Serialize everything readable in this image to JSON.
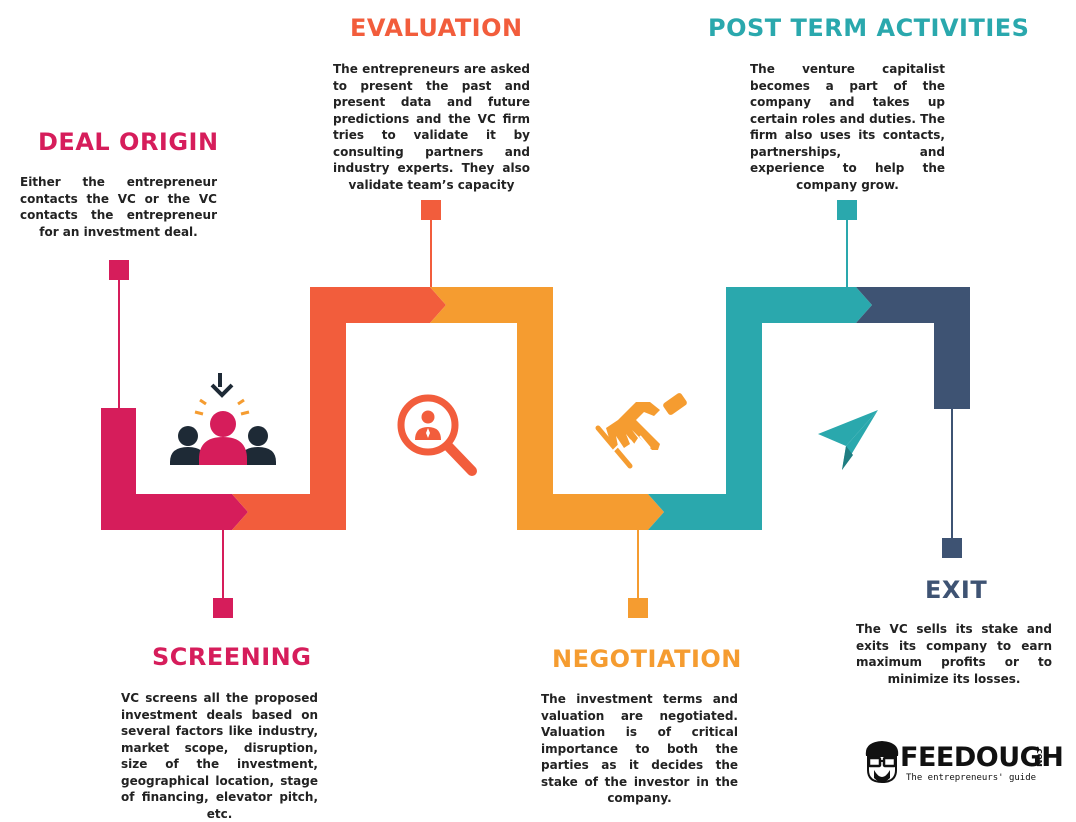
{
  "colors": {
    "deal_origin": "#d61d5b",
    "screening": "#f25d3c",
    "evaluation": "#f25d3c",
    "negotiation": "#f59c30",
    "post_term": "#2aa8ad",
    "exit": "#3e5373",
    "text": "#222222",
    "icon_dark": "#1e2a36"
  },
  "stages": {
    "deal_origin": {
      "title": "DEAL ORIGIN",
      "desc": "Either the entrepreneur contacts the VC or the VC contacts the entrepreneur for an investment deal."
    },
    "screening": {
      "title": "SCREENING",
      "desc": "VC screens all the proposed investment deals based on several factors like industry, market scope, disruption, size of the investment, geographical location, stage of financing, elevator pitch, etc."
    },
    "evaluation": {
      "title": "EVALUATION",
      "desc": "The entrepreneurs are asked to present the past and present data and future predictions and the VC firm tries to validate it by consulting partners and industry experts. They also validate team’s capacity"
    },
    "negotiation": {
      "title": "NEGOTIATION",
      "desc": "The investment terms and valuation are negotiated. Valuation is of critical importance to both the parties as it decides the stake of the investor in the company."
    },
    "post_term": {
      "title": "POST TERM ACTIVITIES",
      "desc": "The venture capitalist becomes a part of the company and takes up certain roles and duties. The firm also uses its contacts, partnerships, and experience to help the company grow."
    },
    "exit": {
      "title": "EXIT",
      "desc": "The VC sells its stake and exits its company to earn maximum profits or to minimize its losses."
    }
  },
  "icons": {
    "screening": "team-selection-icon",
    "evaluation": "magnifier-person-icon",
    "negotiation": "handshake-icon",
    "post_term": "paper-plane-icon"
  },
  "brand": {
    "name": "FEEDOUGH",
    "domain": ".COM",
    "tagline": "The entrepreneurs' guide"
  }
}
